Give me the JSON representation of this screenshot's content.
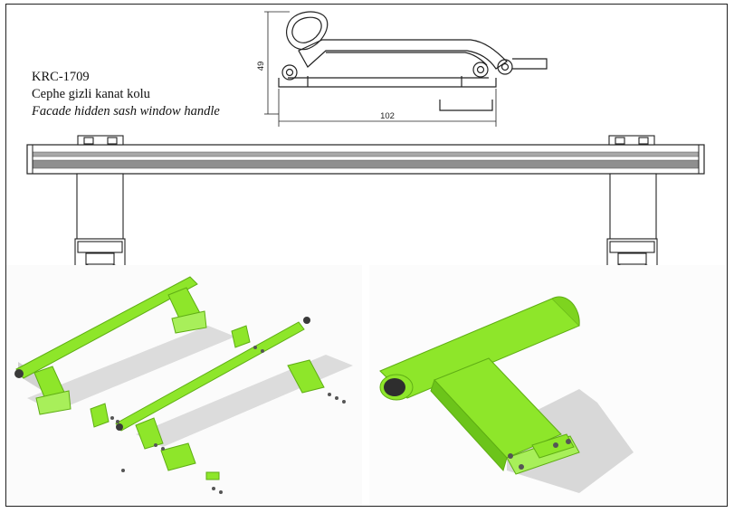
{
  "product": {
    "code": "KRC-1709",
    "name_tr": "Cephe gizli kanat kolu",
    "name_en": "Facade hidden sash window handle"
  },
  "dimensions": {
    "height": "49",
    "width": "102"
  },
  "colors": {
    "line": "#222222",
    "bar_fill": "#9a9a9a",
    "part_green": "#8ee62a",
    "part_green_dark": "#5fae14",
    "shadow": "#cfcfcf"
  }
}
